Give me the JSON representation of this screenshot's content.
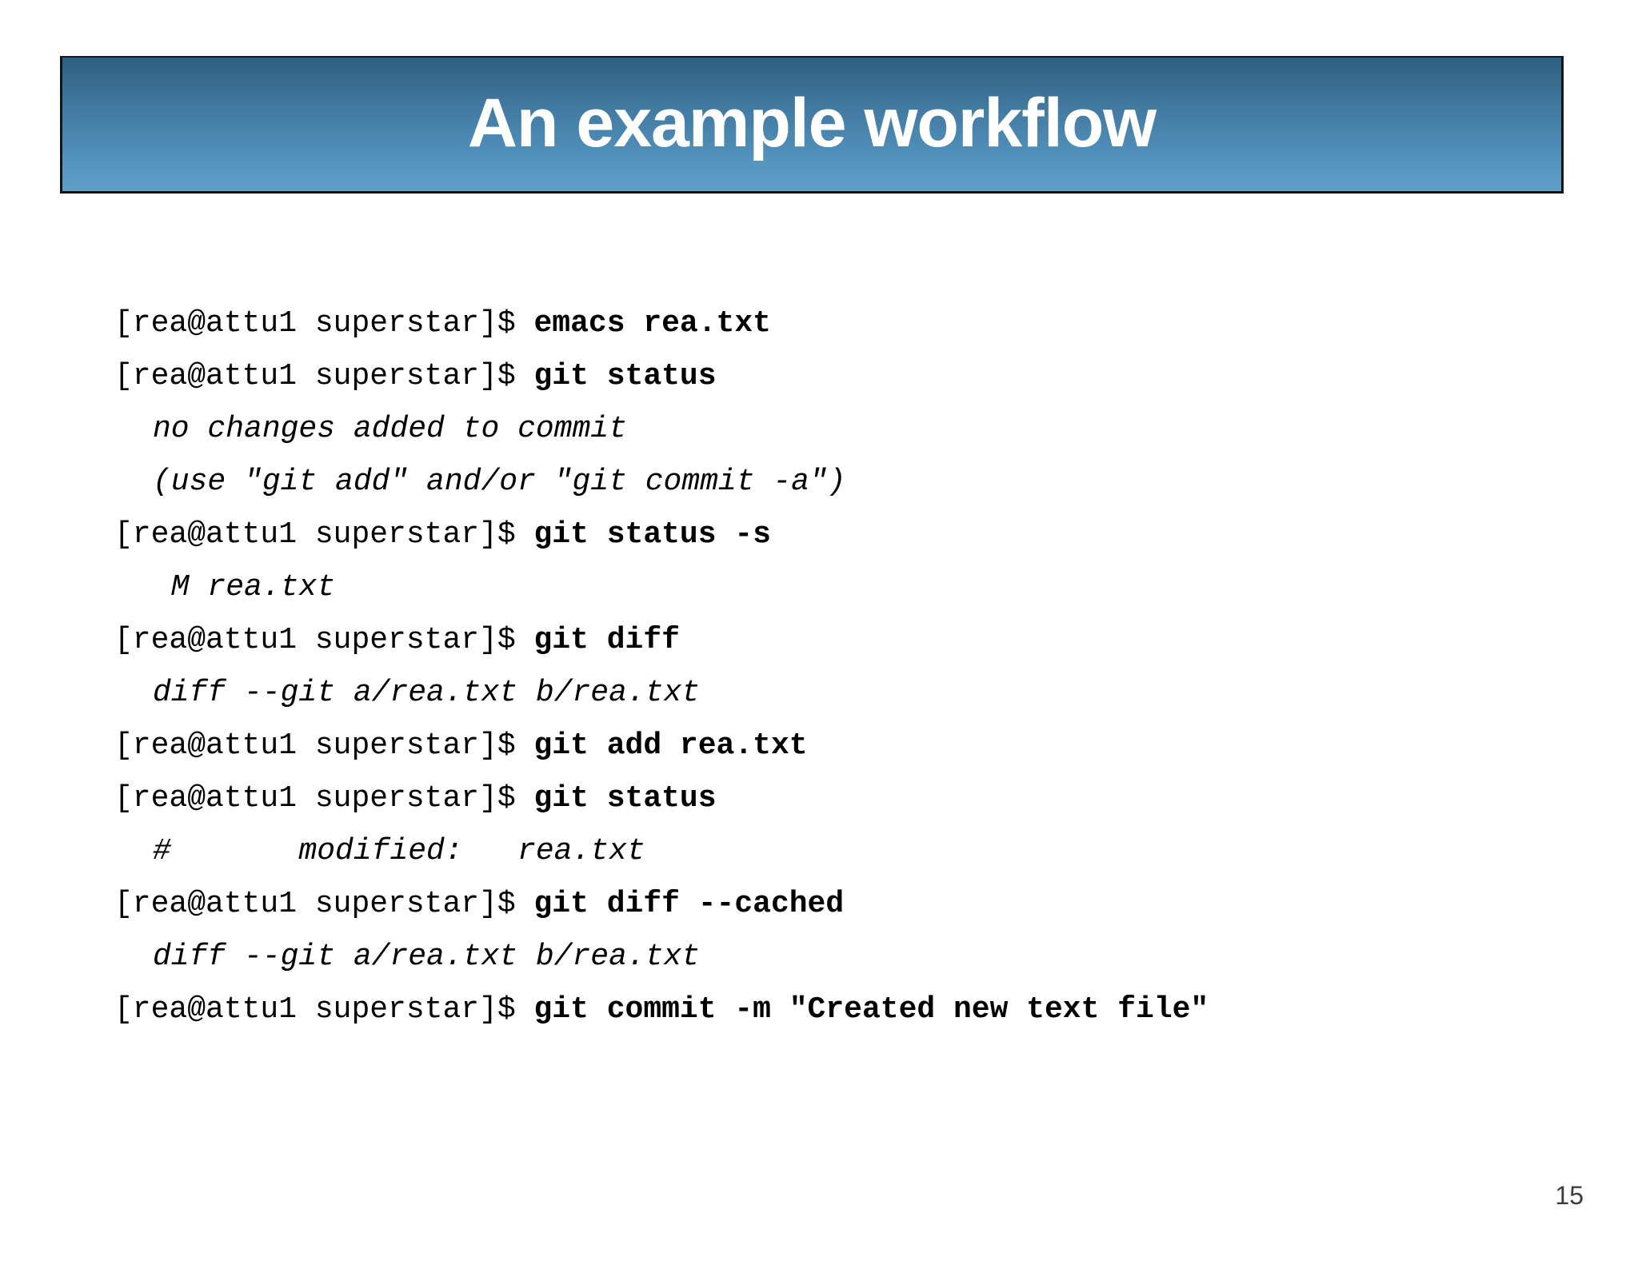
{
  "slide": {
    "title": "An example workflow",
    "page_number": "15",
    "colors": {
      "banner_top": "#2e5f83",
      "banner_bottom": "#5fa0c8",
      "banner_border": "#111418",
      "title_text": "#ffffff",
      "body_text": "#000000",
      "page_number_text": "#3c3c3c",
      "background": "#ffffff"
    }
  },
  "terminal": {
    "prompt": "[rea@attu1 superstar]$ ",
    "lines": [
      {
        "kind": "command",
        "prompt": "[rea@attu1 superstar]$ ",
        "command": "emacs rea.txt"
      },
      {
        "kind": "command",
        "prompt": "[rea@attu1 superstar]$ ",
        "command": "git status"
      },
      {
        "kind": "output",
        "text": "no changes added to commit"
      },
      {
        "kind": "output",
        "text": "(use \"git add\" and/or \"git commit -a\")"
      },
      {
        "kind": "command",
        "prompt": "[rea@attu1 superstar]$ ",
        "command": "git status -s"
      },
      {
        "kind": "output",
        "text": " M rea.txt"
      },
      {
        "kind": "command",
        "prompt": "[rea@attu1 superstar]$ ",
        "command": "git diff"
      },
      {
        "kind": "output",
        "text": "diff --git a/rea.txt b/rea.txt"
      },
      {
        "kind": "command",
        "prompt": "[rea@attu1 superstar]$ ",
        "command": "git add rea.txt"
      },
      {
        "kind": "command",
        "prompt": "[rea@attu1 superstar]$ ",
        "command": "git status"
      },
      {
        "kind": "output",
        "text": "#       modified:   rea.txt"
      },
      {
        "kind": "command",
        "prompt": "[rea@attu1 superstar]$ ",
        "command": "git diff --cached"
      },
      {
        "kind": "output",
        "text": "diff --git a/rea.txt b/rea.txt"
      },
      {
        "kind": "command",
        "prompt": "[rea@attu1 superstar]$ ",
        "command": "git commit -m \"Created new text file\""
      }
    ]
  }
}
